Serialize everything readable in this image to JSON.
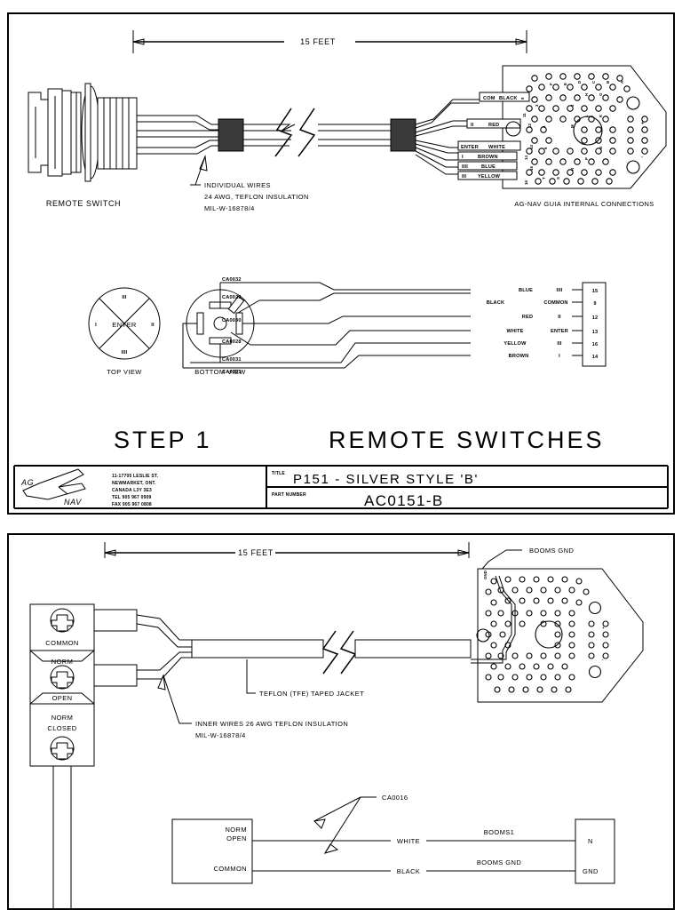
{
  "sheets": {
    "top": {
      "dimension": "15 FEET",
      "connector_label": "REMOTE SWITCH",
      "wire_note": {
        "line1": "INDIVIDUAL WIRES",
        "line2": "24 AWG, TEFLON INSULATION",
        "line3": "MIL-W-16878/4"
      },
      "board_caption": "AG-NAV GUIA INTERNAL CONNECTIONS",
      "board_wires": [
        {
          "signal": "COM",
          "color": "BLACK",
          "roman": ""
        },
        {
          "signal": "",
          "color": "RED",
          "roman": "II"
        },
        {
          "signal": "ENTER",
          "color": "WHITE",
          "roman": ""
        },
        {
          "signal": "",
          "color": "BROWN",
          "roman": "I"
        },
        {
          "signal": "",
          "color": "BLUE",
          "roman": "IIII"
        },
        {
          "signal": "",
          "color": "YELLOW",
          "roman": "III"
        }
      ],
      "board_pad_numbers": [
        "9",
        "3",
        "11",
        "12",
        "4",
        "13",
        "6",
        "14",
        "15",
        "16"
      ],
      "board_pad_letters": [
        "A",
        "B",
        "C",
        "D",
        "E",
        "F",
        "G",
        "H",
        "J",
        "K",
        "L",
        "M",
        "N",
        "P",
        "R",
        "S",
        "T",
        "U",
        "V"
      ],
      "board_polarity": [
        "+",
        "-"
      ],
      "switch": {
        "top_view_caption": "TOP VIEW",
        "bottom_view_caption": "BOTTOM VIEW",
        "center_label": "ENTER",
        "positions": [
          "I",
          "II",
          "III",
          "IIII"
        ]
      },
      "wire_table": {
        "rows": [
          {
            "cable": "CA0032",
            "color": "BLUE",
            "function": "IIII",
            "pin": "15"
          },
          {
            "cable": "CA0029",
            "color": "BLACK",
            "function": "COMMON",
            "pin": "9"
          },
          {
            "cable": "CA0030",
            "color": "RED",
            "function": "II",
            "pin": "12"
          },
          {
            "cable": "CA0028",
            "color": "WHITE",
            "function": "ENTER",
            "pin": "13"
          },
          {
            "cable": "CA0031",
            "color": "YELLOW",
            "function": "III",
            "pin": "16"
          },
          {
            "cable": "CA0033",
            "color": "BROWN",
            "function": "I",
            "pin": "14"
          }
        ]
      },
      "step_label": "STEP  1",
      "sheet_title": "REMOTE SWITCHES",
      "titleblock": {
        "title_caption": "TITLE",
        "title_value": "P151  -  SILVER        STYLE 'B'",
        "part_caption": "PART NUMBER",
        "part_value": "AC0151-B",
        "company_top": "AG",
        "company_bottom": "NAV",
        "address": [
          "11-17705 LESLIE ST.",
          "NEWMARKET, ONT.",
          "CANADA    L3Y 3E3",
          "TEL   905  967  0909",
          "FAX   905  967  0808"
        ]
      }
    },
    "bottom": {
      "dimension": "15 FEET",
      "booms_gnd_callout": "BOOMS  GND",
      "terminals": [
        {
          "label": "COMMON"
        },
        {
          "label_line1": "NORM",
          "label_line2": "OPEN"
        },
        {
          "label_line1": "NORM",
          "label_line2": "CLOSED"
        }
      ],
      "jacket_note": "TEFLON (TFE) TAPED JACKET",
      "inner_note": {
        "line1": "INNER WIRES 26 AWG TEFLON INSULATION",
        "line2": "MIL-W-16878/4"
      },
      "board_pad_letters": [
        "A",
        "B",
        "C",
        "D",
        "E",
        "F",
        "G",
        "H",
        "J",
        "K",
        "L",
        "M",
        "N",
        "P",
        "R",
        "S",
        "T"
      ],
      "board_pad_numbers": [
        "8",
        "10",
        "11",
        "12",
        "13",
        "14",
        "16"
      ],
      "board_gnd_label": "GND",
      "board_polarity": [
        "+",
        "-"
      ],
      "cable_callout": "CA0016",
      "wire_table": {
        "left_rows": [
          {
            "line1": "NORM",
            "line2": "OPEN"
          },
          {
            "line1": "COMMON",
            "line2": ""
          }
        ],
        "rows": [
          {
            "color": "WHITE",
            "signal": "BOOMS1",
            "pin": "N"
          },
          {
            "color": "BLACK",
            "signal": "BOOMS  GND",
            "pin": "GND"
          }
        ]
      }
    }
  }
}
